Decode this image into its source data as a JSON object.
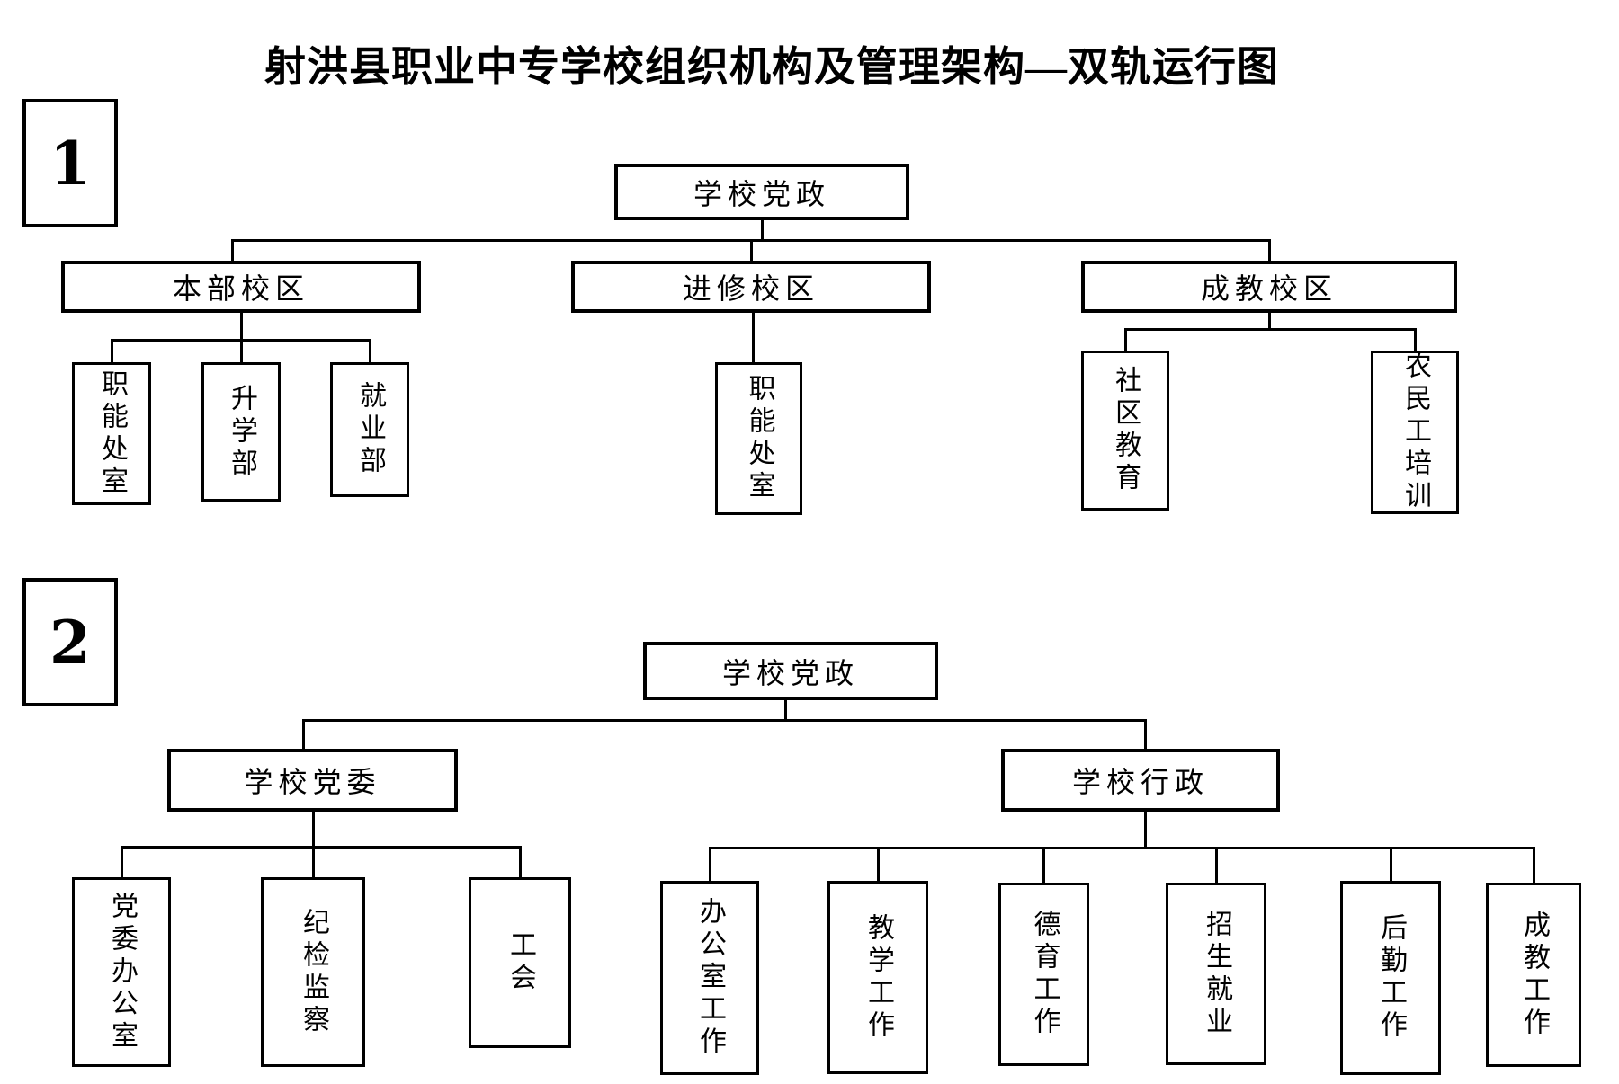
{
  "title": "射洪县职业中专学校组织机构及管理架构—双轨运行图",
  "colors": {
    "line": "#000000",
    "background": "#ffffff",
    "text": "#000000"
  },
  "diagram1": {
    "index_label": "1",
    "root": "学校党政",
    "campuses": [
      {
        "label": "本部校区",
        "children": [
          "职能处室",
          "升学部",
          "就业部"
        ]
      },
      {
        "label": "进修校区",
        "children": [
          "职能处室"
        ]
      },
      {
        "label": "成教校区",
        "children": [
          "社区教育",
          "农民工培训"
        ]
      }
    ]
  },
  "diagram2": {
    "index_label": "2",
    "root": "学校党政",
    "branches": [
      {
        "label": "学校党委",
        "children": [
          "党委办公室",
          "纪检监察",
          "工会"
        ]
      },
      {
        "label": "学校行政",
        "children": [
          "办公室工作",
          "教学工作",
          "德育工作",
          "招生就业",
          "后勤工作",
          "成教工作"
        ]
      }
    ]
  }
}
